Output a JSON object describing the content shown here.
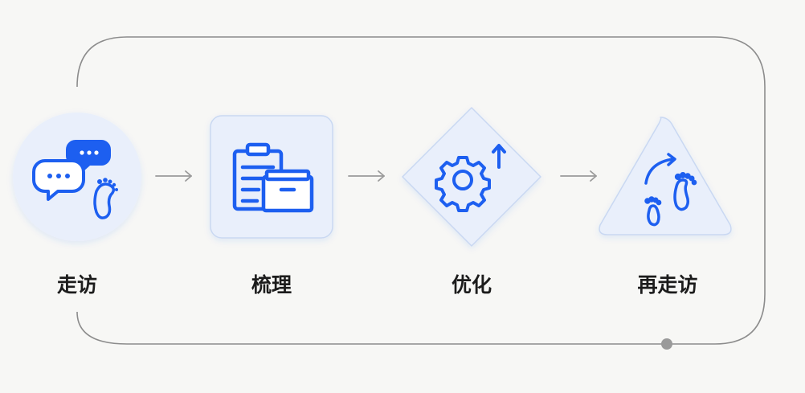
{
  "steps": [
    {
      "label": "走访",
      "icon": "chat-bubbles-footprints-icon",
      "shape": "circle"
    },
    {
      "label": "梳理",
      "icon": "clipboard-box-icon",
      "shape": "rounded-square"
    },
    {
      "label": "优化",
      "icon": "gear-arrow-up-icon",
      "shape": "diamond"
    },
    {
      "label": "再走访",
      "icon": "footprints-curved-arrow-icon",
      "shape": "triangle"
    }
  ],
  "colors": {
    "background": "#f7f7f5",
    "accent": "#1d5ff0",
    "shape_fill": "#e9effb",
    "shape_stroke": "#c9d8f2",
    "loop_line": "#8c8c8c",
    "step_arrow": "#9a9a9a",
    "label_text": "#1c1c1c"
  }
}
